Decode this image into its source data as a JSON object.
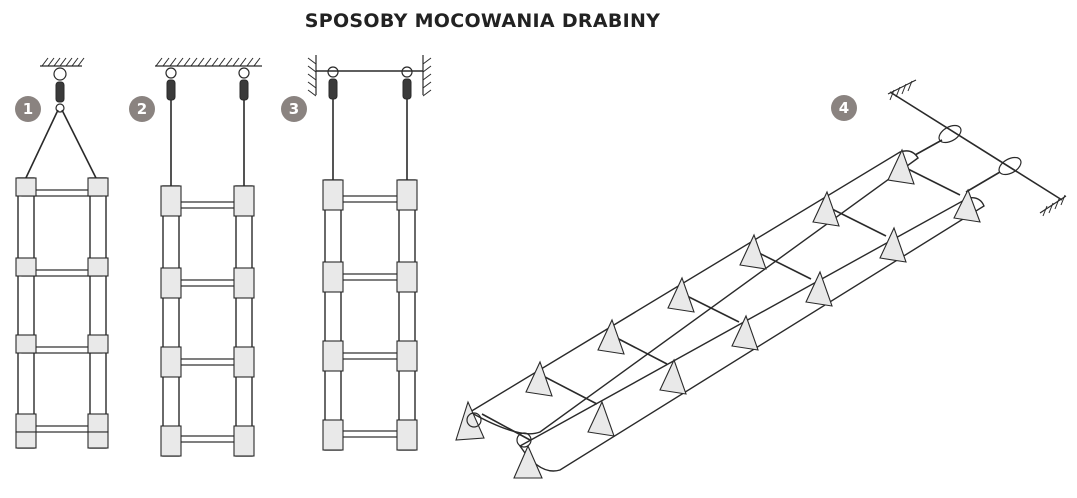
{
  "title": "SPOSOBY MOCOWANIA DRABINY",
  "methods": [
    {
      "number": "1"
    },
    {
      "number": "2"
    },
    {
      "number": "3"
    },
    {
      "number": "4"
    }
  ],
  "colors": {
    "badge": "#8a8380",
    "line": "#2a2a2a",
    "title": "#222222"
  }
}
